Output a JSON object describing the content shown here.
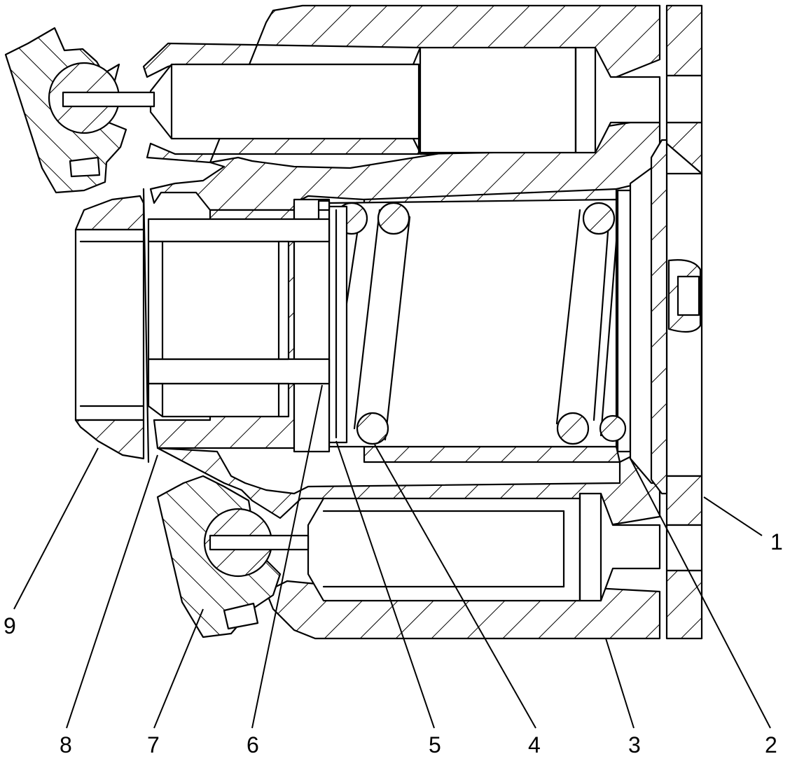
{
  "diagram": {
    "part_labels": [
      "1",
      "2",
      "3",
      "4",
      "5",
      "6",
      "7",
      "8",
      "9"
    ]
  }
}
